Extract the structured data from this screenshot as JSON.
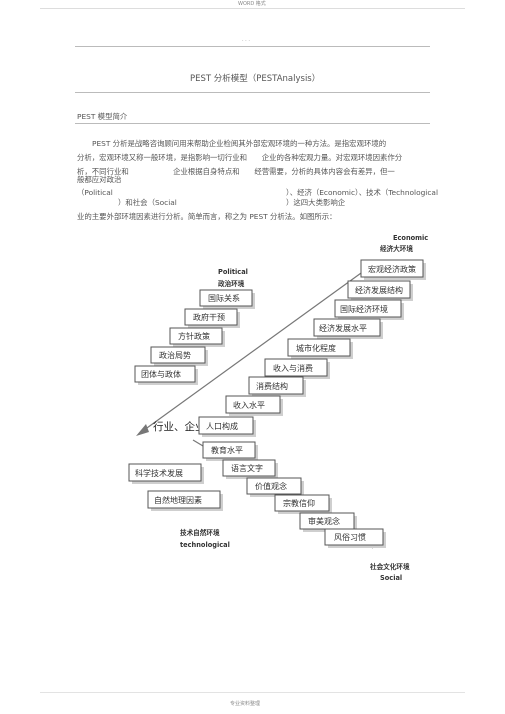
{
  "header": {
    "top_text": "WORD 格式",
    "dots": ". . ."
  },
  "document": {
    "title": "PEST 分析模型（PESTAnalysis）",
    "section_heading": "PEST 模型简介",
    "paragraph": {
      "line1": "PEST 分析是战略咨询顾问用来帮助企业检阅其外部宏观环境的一种方法。是指宏观环境的",
      "line2": "分析，宏观环境又称一般环境，是指影响一切行业和　　企业的各种宏观力量。对宏观环境因素作分",
      "line3a": "析，不同行业和　　　　　　企业根据自身特点和　　经营需要，分析的具体内容会有差异，但一",
      "line3b": "般都应对政治",
      "line4a": "（Political",
      "line4b": "）、经济（Economic）、技术（Technological",
      "line5a": "）和社会（Social",
      "line5b": "）这四大类影响企",
      "line6": "业的主要外部环境因素进行分析。简单而言，称之为 PEST 分析法。如图所示："
    }
  },
  "diagram": {
    "center_label": "行业、企业",
    "economic": {
      "en": "Economic",
      "cn": "经济大环境",
      "items": [
        "宏观经济政策",
        "经济发展结构",
        "国际经济环境",
        "经济发展水平",
        "城市化程度",
        "收入与消费",
        "消费结构",
        "收入水平",
        "人口构成"
      ]
    },
    "political": {
      "en": "Political",
      "cn": "政治环境",
      "items": [
        "国际关系",
        "政府干预",
        "方针政策",
        "政治局势",
        "团体与政体"
      ]
    },
    "social": {
      "en": "Social",
      "cn": "社会文化环境",
      "items": [
        "教育水平",
        "语言文字",
        "价值观念",
        "宗教信仰",
        "审美观念",
        "风俗习惯"
      ]
    },
    "technological": {
      "en": "technological",
      "cn": "技术自然环境",
      "items": [
        "科学技术发展",
        "自然地理因素"
      ]
    }
  },
  "footer": {
    "text": "专业资料整理"
  }
}
